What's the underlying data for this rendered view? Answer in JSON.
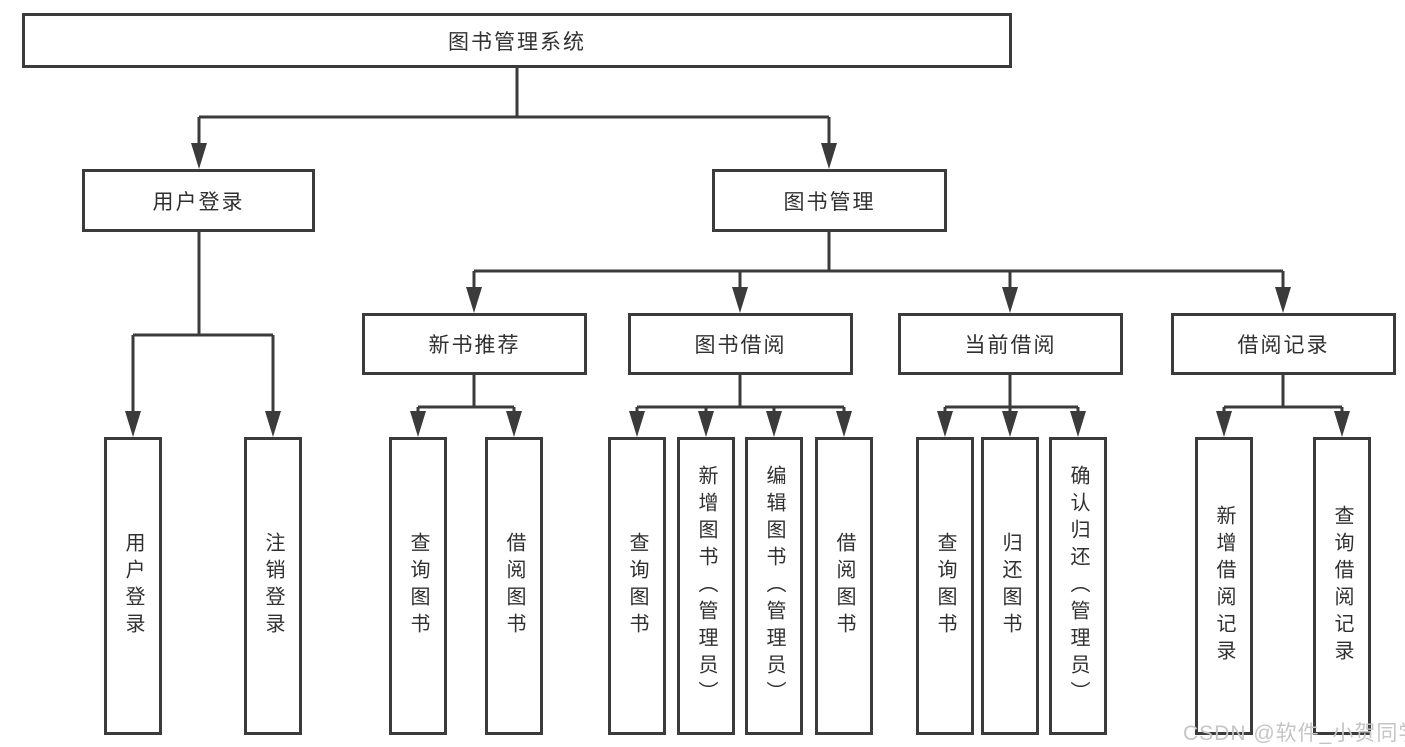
{
  "diagram_title": "图书管理系统",
  "watermark": "CSDN @软件_小贺同学",
  "colors": {
    "line": "#3b3b3b",
    "box_border": "#3b3b3b",
    "box_background": "#ffffff",
    "text": "#303030",
    "watermark": "#c5c5c5",
    "background": "#ffffff"
  },
  "nodes": {
    "root": {
      "label": "图书管理系统"
    },
    "level2": [
      {
        "id": "user-login",
        "label": "用户登录"
      },
      {
        "id": "book-management",
        "label": "图书管理"
      }
    ],
    "level3": [
      {
        "id": "new-book-recommend",
        "label": "新书推荐"
      },
      {
        "id": "book-borrowing",
        "label": "图书借阅"
      },
      {
        "id": "current-borrowing",
        "label": "当前借阅"
      },
      {
        "id": "borrowing-records",
        "label": "借阅记录"
      }
    ],
    "leaves": {
      "user_login": [
        {
          "label": "用户登录"
        },
        {
          "label": "注销登录"
        }
      ],
      "new_book_recommend": [
        {
          "label": "查询图书"
        },
        {
          "label": "借阅图书"
        }
      ],
      "book_borrowing": [
        {
          "label": "查询图书"
        },
        {
          "label": "新增图书（管理员）"
        },
        {
          "label": "编辑图书（管理员）"
        },
        {
          "label": "借阅图书"
        }
      ],
      "current_borrowing": [
        {
          "label": "查询图书"
        },
        {
          "label": "归还图书"
        },
        {
          "label": "确认归还（管理员）"
        }
      ],
      "borrowing_records": [
        {
          "label": "新增借阅记录"
        },
        {
          "label": "查询借阅记录"
        }
      ]
    }
  }
}
